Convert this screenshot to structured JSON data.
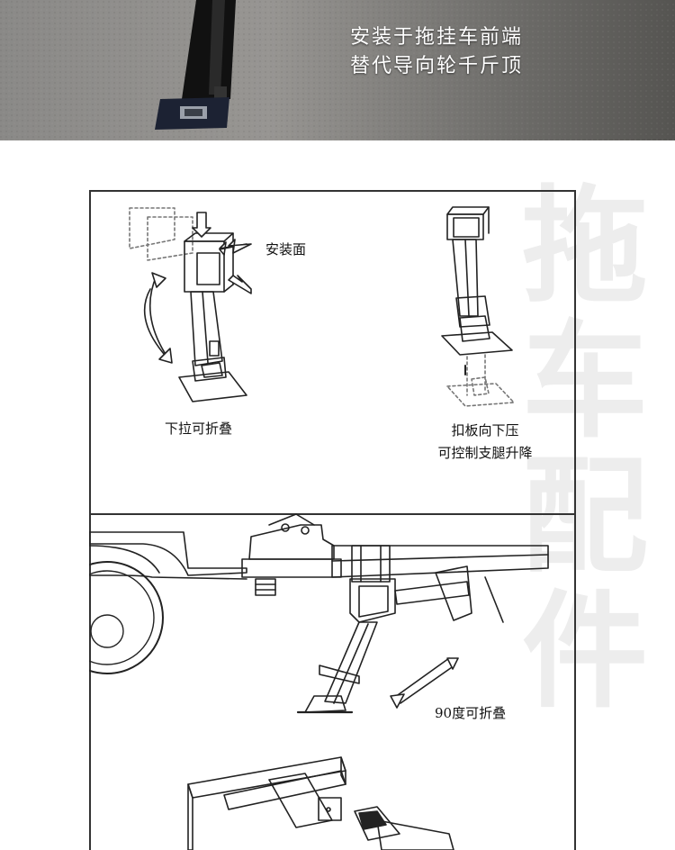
{
  "banner": {
    "caption_line1": "安装于拖挂车前端",
    "caption_line2": "替代导向轮千斤顶"
  },
  "watermark": {
    "char1": "拖",
    "char2": "车",
    "char3": "配",
    "char4": "件"
  },
  "panel1": {
    "mount_face_label": "安装面",
    "pull_fold_label": "下拉可折叠",
    "press_line1": "扣板向下压",
    "press_line2": "可控制支腿升降"
  },
  "panel2": {
    "fold_label": "90度可折叠"
  }
}
